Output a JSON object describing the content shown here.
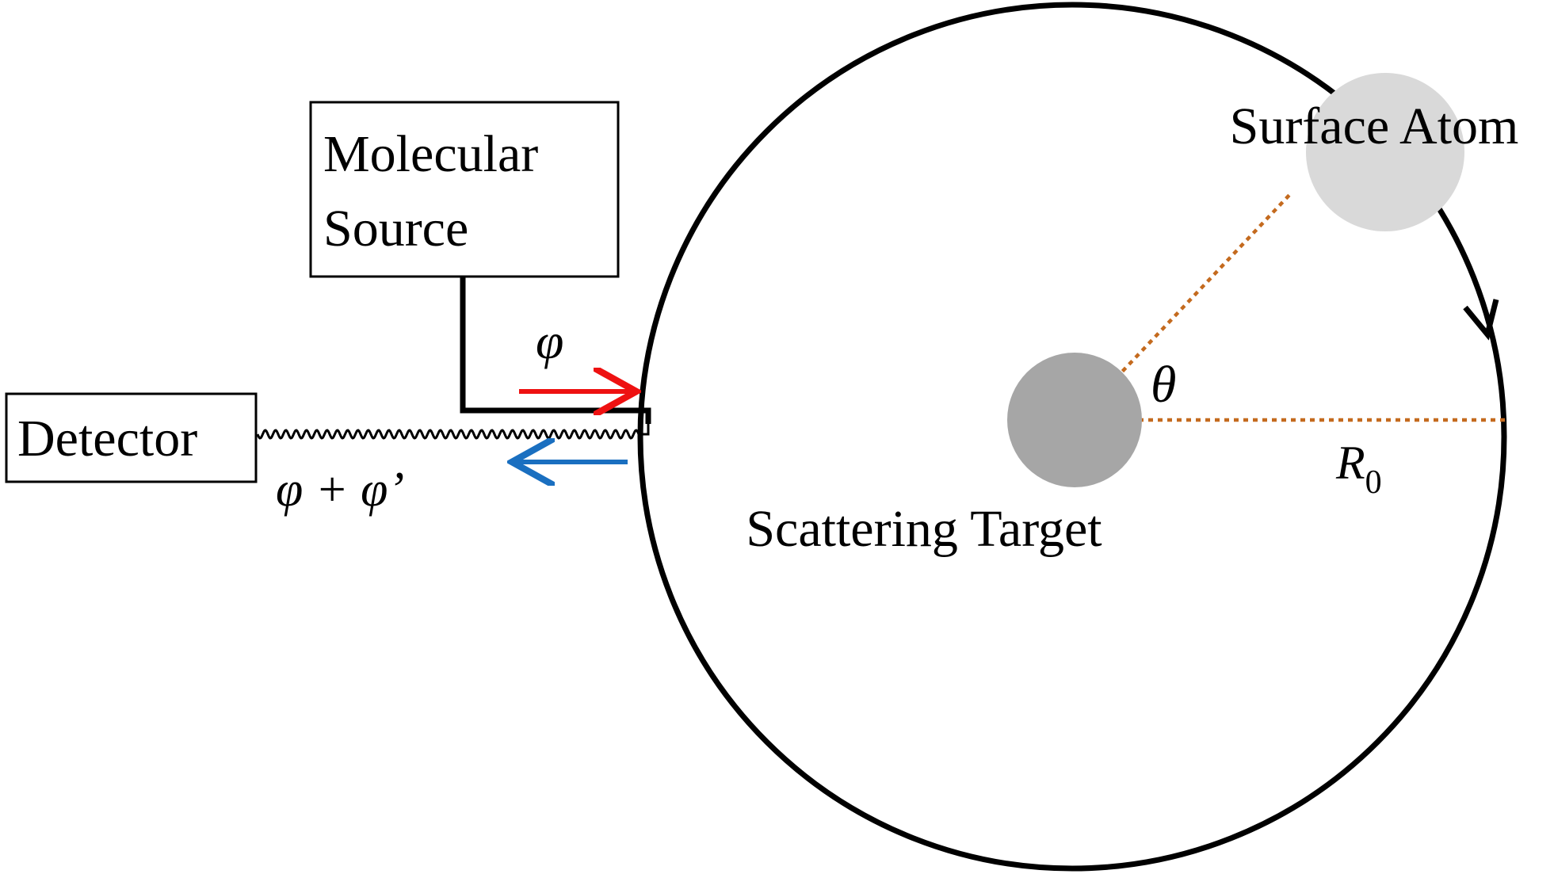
{
  "labels": {
    "molecular_source_line1": "Molecular",
    "molecular_source_line2": "Source",
    "detector": "Detector",
    "surface_atom": "Surface Atom",
    "scattering_target": "Scattering Target",
    "phi": "φ",
    "phi_plus_phi_prime": "φ + φ’",
    "theta": "θ",
    "r0_base": "R",
    "r0_sub": "0"
  },
  "colors": {
    "incident_arrow": "#ee1111",
    "return_arrow": "#1a6fc0",
    "dotted_line": "#c46a1e",
    "surface_atom": "#d9d9d9",
    "scattering_target": "#a6a6a6",
    "stroke": "#000000"
  }
}
